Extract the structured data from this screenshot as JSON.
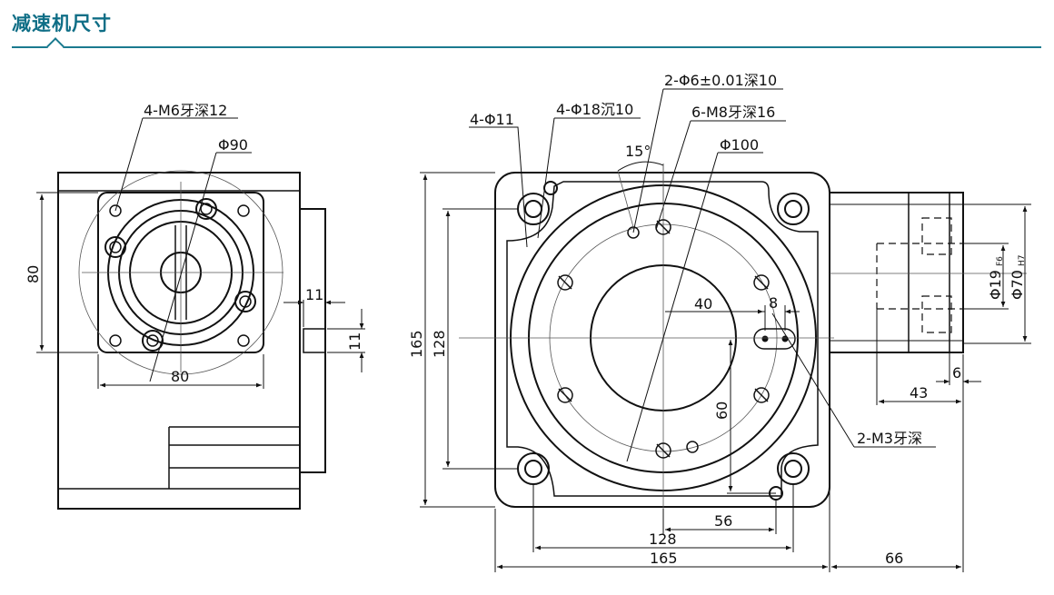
{
  "header": {
    "title": "减速机尺寸"
  },
  "left_view": {
    "note_bolt": "4-M6牙深12",
    "dia_pcd": "Φ90",
    "dim_height": "80",
    "dim_width": "80",
    "dim_shaft_len": "11",
    "dim_shaft_dia": "11"
  },
  "right_view": {
    "note_dowel": "2-Φ6±0.01深10",
    "note_through": "4-Φ11",
    "note_counterbore": "4-Φ18沉10",
    "note_bolt": "6-M8牙深16",
    "angle": "15°",
    "dia_pcd": "Φ100",
    "dim_40": "40",
    "dim_8": "8",
    "dim_60": "60",
    "note_tapped": "2-M3牙深",
    "dim_height_outer": "165",
    "dim_height_inner": "128",
    "dim_56": "56",
    "dim_128": "128",
    "dim_165": "165",
    "dim_66": "66",
    "dim_43": "43",
    "dim_6": "6",
    "dia_shaft": "Φ19",
    "dia_shaft_tol": "F6",
    "dia_boss": "Φ70",
    "dia_boss_tol": "H7"
  }
}
